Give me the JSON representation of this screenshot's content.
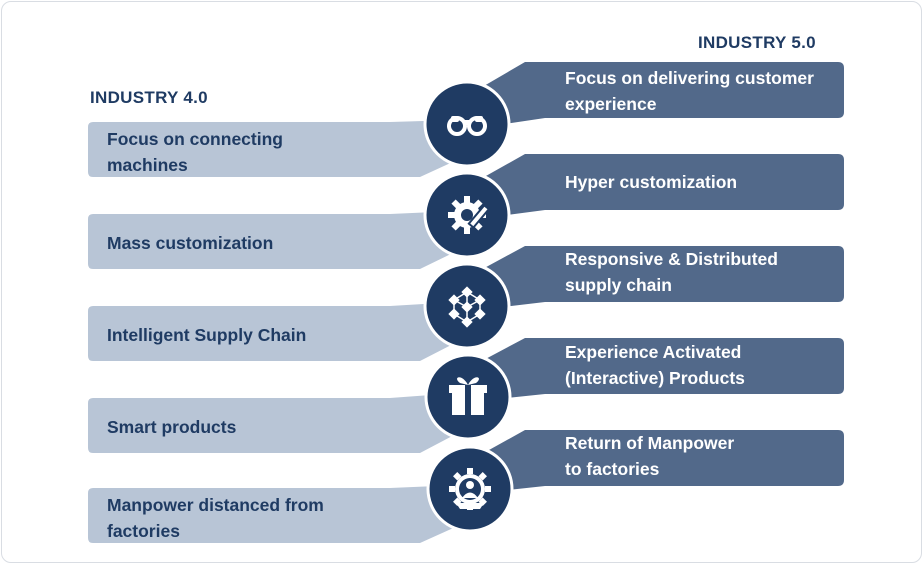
{
  "industry4": {
    "heading": "INDUSTRY  4.0",
    "rows": [
      {
        "line1": "Focus on connecting",
        "line2": "machines"
      },
      {
        "line1": "Mass customization",
        "line2": ""
      },
      {
        "line1": "Intelligent Supply Chain",
        "line2": ""
      },
      {
        "line1": "Smart products",
        "line2": ""
      },
      {
        "line1": "Manpower distanced from",
        "line2": "factories"
      }
    ]
  },
  "industry5": {
    "heading": "INDUSTRY  5.0",
    "rows": [
      {
        "line1": "Focus on delivering customer",
        "line2": "experience"
      },
      {
        "line1": "Hyper customization",
        "line2": ""
      },
      {
        "line1": "Responsive & Distributed",
        "line2": "supply chain"
      },
      {
        "line1": "Experience Activated",
        "line2": "(Interactive) Products"
      },
      {
        "line1": "Return of Manpower",
        "line2": "to factories"
      }
    ]
  },
  "icons": [
    "binoculars-icon",
    "gear-pencil-icon",
    "supply-chain-network-icon",
    "gift-box-icon",
    "worker-gear-icon"
  ],
  "colors": {
    "left_band": "#b8c5d6",
    "right_band": "#52698a",
    "circle": "#1f3b63",
    "heading": "#1f3b63"
  }
}
